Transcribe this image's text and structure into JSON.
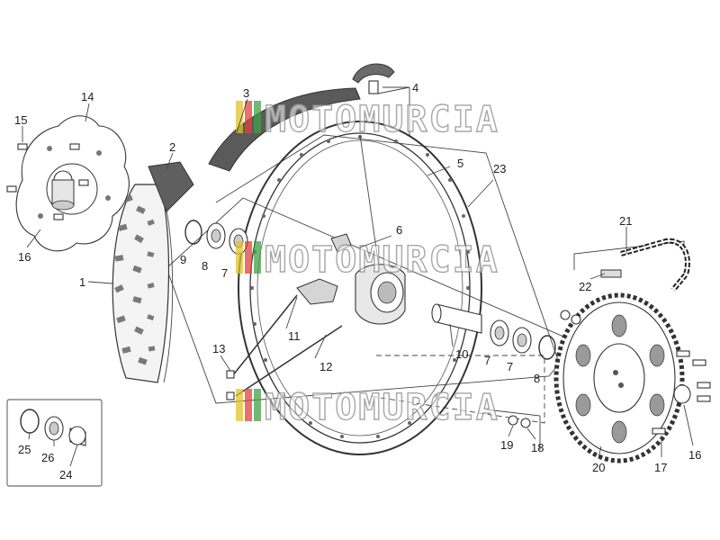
{
  "callouts": [
    {
      "id": "c1",
      "text": "1"
    },
    {
      "id": "c2",
      "text": "2"
    },
    {
      "id": "c3",
      "text": "3"
    },
    {
      "id": "c4",
      "text": "4"
    },
    {
      "id": "c5",
      "text": "5"
    },
    {
      "id": "c6",
      "text": "6"
    },
    {
      "id": "c7a",
      "text": "7"
    },
    {
      "id": "c7b",
      "text": "7"
    },
    {
      "id": "c7c",
      "text": "7"
    },
    {
      "id": "c8a",
      "text": "8"
    },
    {
      "id": "c8b",
      "text": "8"
    },
    {
      "id": "c9",
      "text": "9"
    },
    {
      "id": "c10",
      "text": "10"
    },
    {
      "id": "c11",
      "text": "11"
    },
    {
      "id": "c12",
      "text": "12"
    },
    {
      "id": "c13",
      "text": "13"
    },
    {
      "id": "c14",
      "text": "14"
    },
    {
      "id": "c15",
      "text": "15"
    },
    {
      "id": "c16a",
      "text": "16"
    },
    {
      "id": "c16b",
      "text": "16"
    },
    {
      "id": "c17",
      "text": "17"
    },
    {
      "id": "c18",
      "text": "18"
    },
    {
      "id": "c19",
      "text": "19"
    },
    {
      "id": "c20",
      "text": "20"
    },
    {
      "id": "c21",
      "text": "21"
    },
    {
      "id": "c22",
      "text": "22"
    },
    {
      "id": "c23",
      "text": "23"
    },
    {
      "id": "c24",
      "text": "24"
    },
    {
      "id": "c25",
      "text": "25"
    },
    {
      "id": "c26",
      "text": "26"
    }
  ],
  "watermark": {
    "text": "MOTOMURCIA",
    "stripe_colors": [
      "#e2c229",
      "#e0433a",
      "#43a047"
    ]
  }
}
